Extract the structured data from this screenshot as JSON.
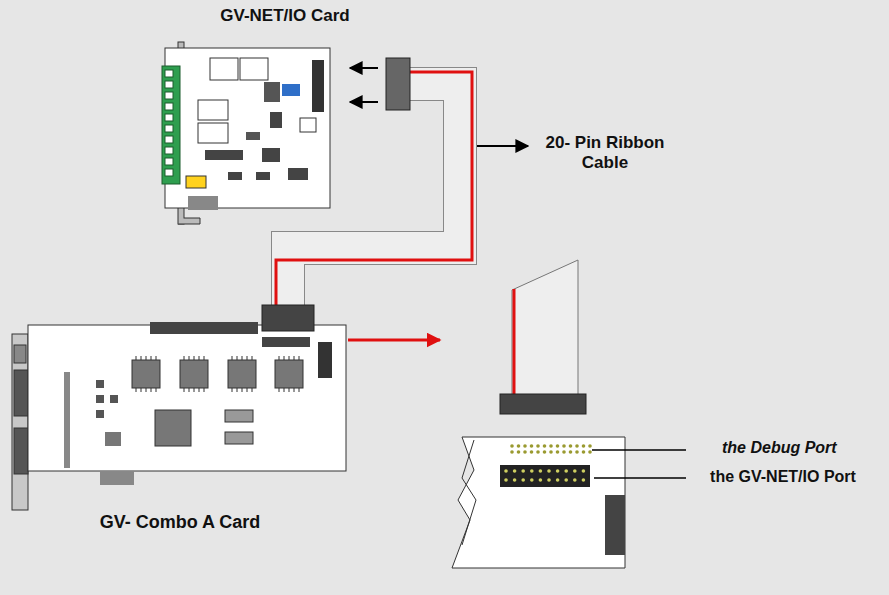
{
  "diagram": {
    "nodes": [
      {
        "text": [
          "GV-NET/IO Card"
        ]
      },
      {
        "text": [
          "GV- Combo A Card"
        ]
      }
    ],
    "edges": [
      {
        "from": 0,
        "to": 1,
        "arrow": "none"
      }
    ],
    "labels": [
      "20- Pin Ribbon Cable",
      "the Debug Port",
      "the GV-NET/IO Port"
    ]
  }
}
